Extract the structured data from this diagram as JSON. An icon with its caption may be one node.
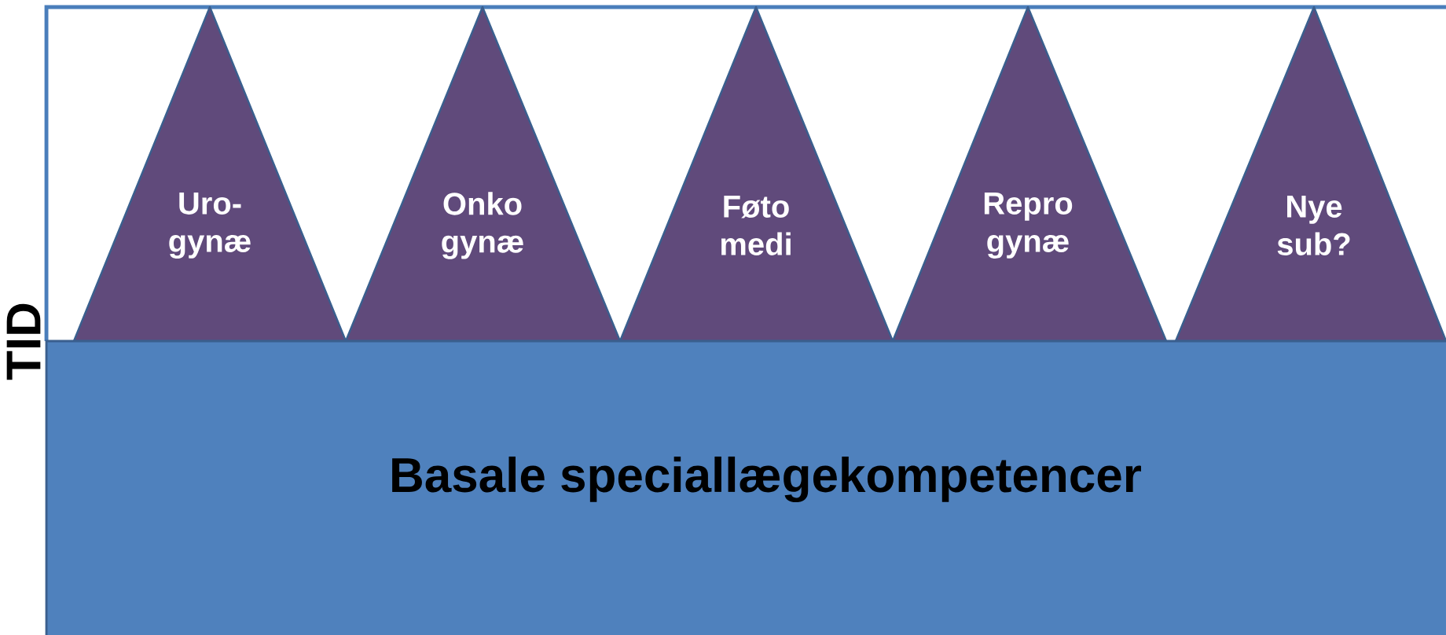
{
  "diagram": {
    "nodes": [
      {
        "text": [
          "Uro- gynæ"
        ]
      },
      {
        "text": [
          "Onko gynæ"
        ]
      },
      {
        "text": [
          "Føto medi"
        ]
      },
      {
        "text": [
          "Repro gynæ"
        ]
      },
      {
        "text": [
          "Nye sub?"
        ]
      },
      {
        "text": [
          "Basale speciallægekompetencer"
        ]
      }
    ],
    "labels": [
      "TID"
    ]
  }
}
